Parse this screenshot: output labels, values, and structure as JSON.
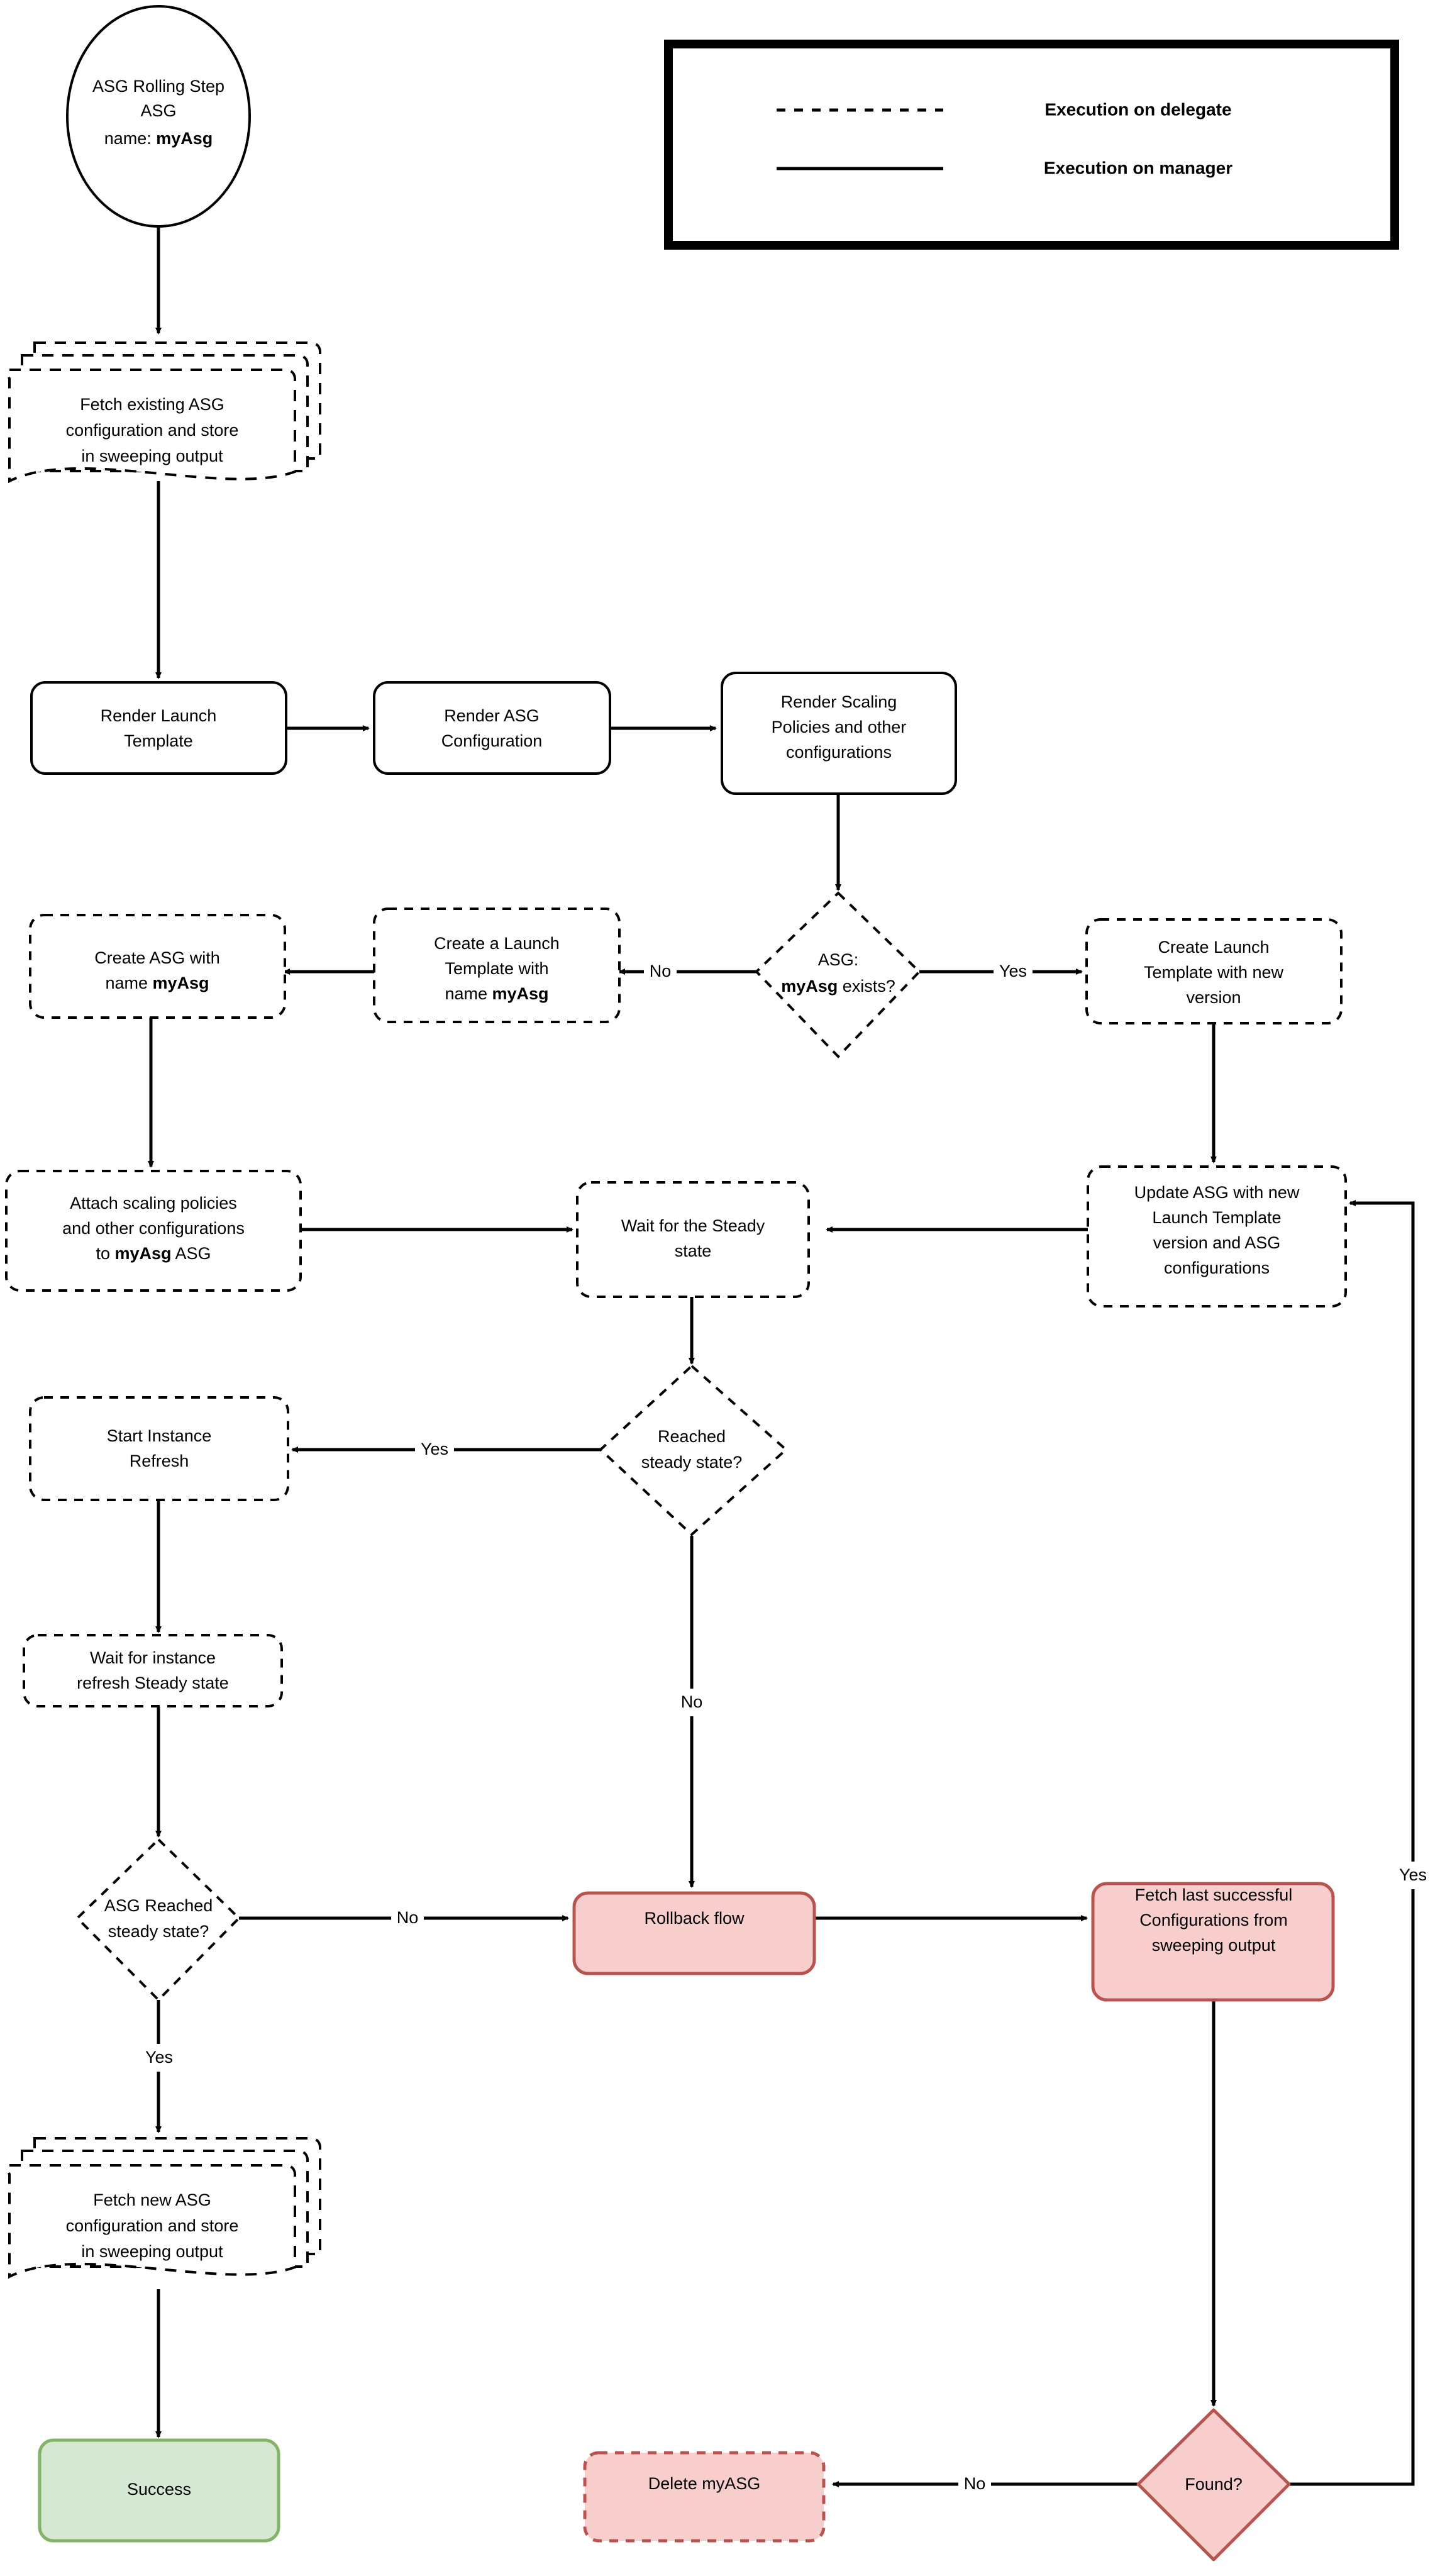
{
  "diagram": {
    "title": "ASG Rolling Step flowchart",
    "colors": {
      "stroke": "#000000",
      "white_fill": "#ffffff",
      "red_fill": "#F8CECC",
      "red_stroke": "#B85450",
      "green_fill": "#D5E8D4",
      "green_stroke": "#82B366"
    }
  },
  "legend": {
    "items": [
      {
        "style": "dashed",
        "label": "Execution on delegate"
      },
      {
        "style": "solid",
        "label": "Execution on manager"
      }
    ]
  },
  "nodes": {
    "start": {
      "line1": "ASG Rolling Step",
      "line2": "ASG",
      "line3_prefix": "name: ",
      "line3_bold": "myAsg"
    },
    "fetch_existing": {
      "line1": "Fetch existing ASG",
      "line2": "configuration and store",
      "line3": "in sweeping output"
    },
    "render_launch_template": {
      "line1": "Render Launch",
      "line2": "Template"
    },
    "render_asg_config": {
      "line1": "Render ASG",
      "line2": "Configuration"
    },
    "render_scaling_policies": {
      "line1": "Render Scaling",
      "line2": "Policies and other",
      "line3": "configurations"
    },
    "asg_exists": {
      "line1": "ASG:",
      "line2_bold": "myAsg",
      "line2_rest": " exists?"
    },
    "create_asg": {
      "line1": "Create ASG with",
      "line2_prefix": "name ",
      "line2_bold": "myAsg"
    },
    "create_launch_template_named": {
      "line1": "Create a Launch",
      "line2": "Template with",
      "line3_prefix": "name ",
      "line3_bold": "myAsg"
    },
    "create_launch_template_new_version": {
      "line1": "Create Launch",
      "line2": "Template with new",
      "line3": "version"
    },
    "attach_scaling_policies": {
      "line1": "Attach scaling policies",
      "line2": "and other configurations",
      "line3_prefix": "to ",
      "line3_bold": "myAsg",
      "line3_suffix": " ASG"
    },
    "wait_steady_state": {
      "line1": "Wait for the Steady",
      "line2": "state"
    },
    "update_asg": {
      "line1": "Update ASG with new",
      "line2": "Launch Template",
      "line3": "version and ASG",
      "line4": "configurations"
    },
    "reached_steady_state": {
      "line1": "Reached",
      "line2": "steady state?"
    },
    "start_instance_refresh": {
      "line1": "Start Instance",
      "line2": "Refresh"
    },
    "wait_instance_refresh": {
      "line1": "Wait for instance",
      "line2": "refresh Steady state"
    },
    "asg_reached_steady": {
      "line1": "ASG Reached",
      "line2": "steady state?"
    },
    "rollback_flow": {
      "line1": "Rollback flow"
    },
    "fetch_last_successful": {
      "line1": "Fetch last successful",
      "line2": "Configurations from",
      "line3": "sweeping output"
    },
    "fetch_new_asg": {
      "line1": "Fetch new ASG",
      "line2": "configuration and store",
      "line3": "in sweeping output"
    },
    "success": {
      "line1": "Success"
    },
    "delete_myasg": {
      "line1": "Delete myASG"
    },
    "found": {
      "line1": "Found?"
    }
  },
  "edge_labels": {
    "asg_exists_no": "No",
    "asg_exists_yes": "Yes",
    "reached_steady_yes": "Yes",
    "reached_steady_no": "No",
    "asg_reached_no": "No",
    "asg_reached_yes": "Yes",
    "found_no": "No",
    "found_yes": "Yes"
  }
}
